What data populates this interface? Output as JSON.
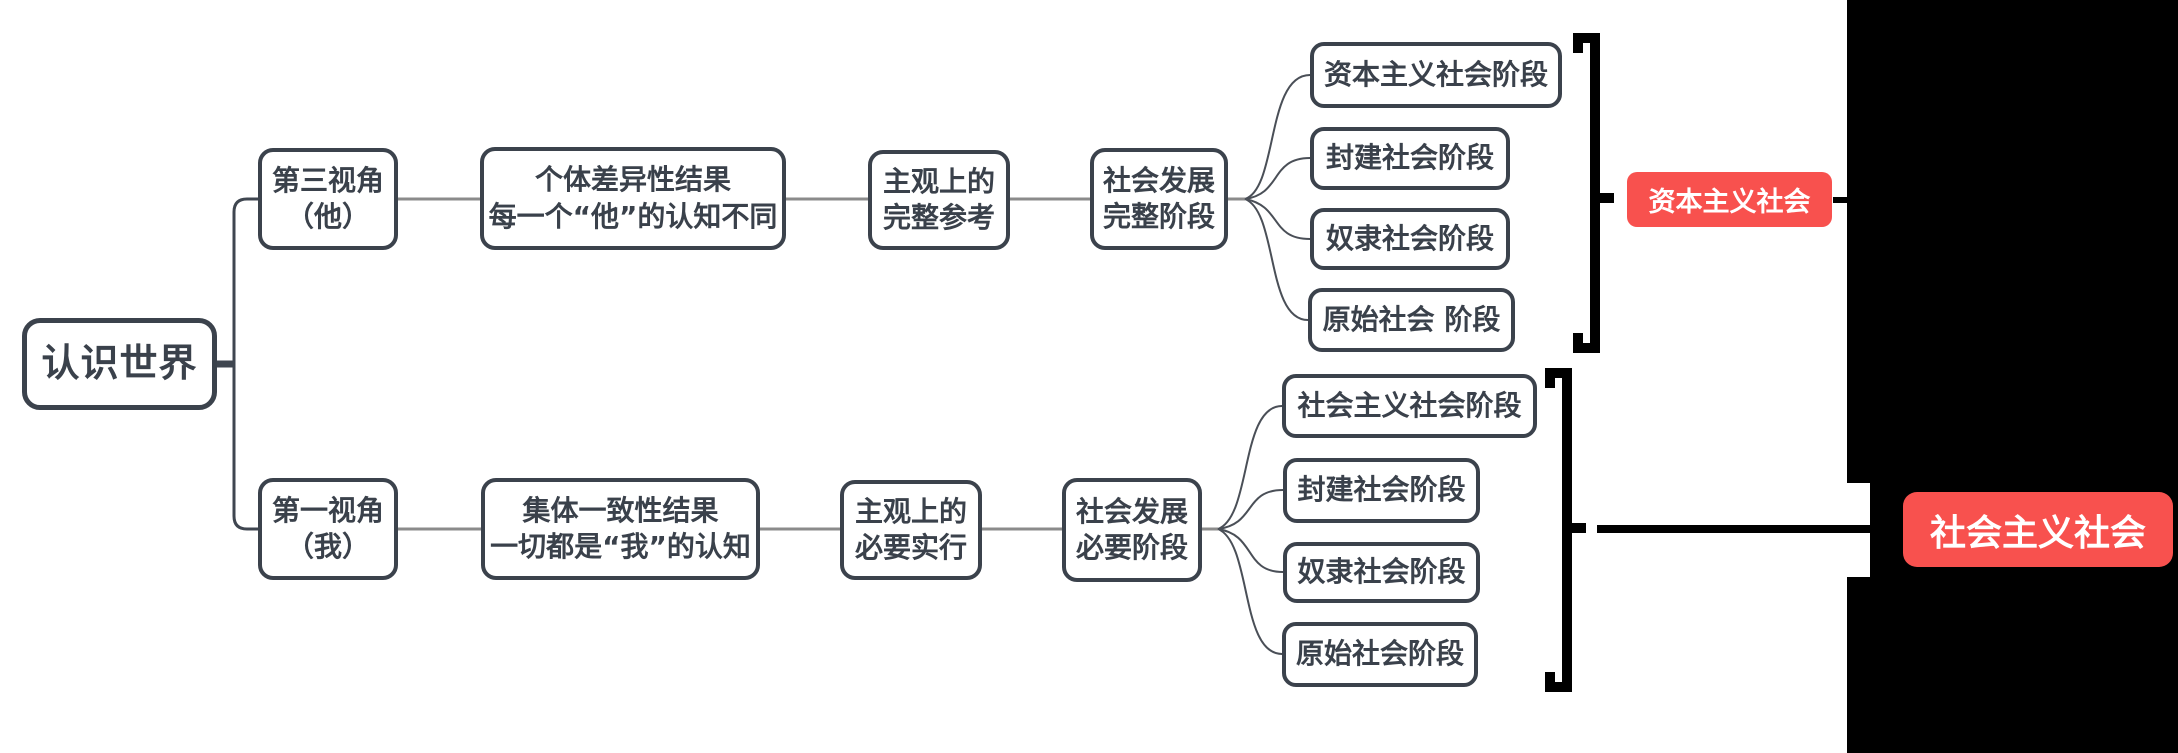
{
  "colors": {
    "badge_red": "#F8514E",
    "node_border": "#3B424C",
    "node_text": "#3A414B",
    "connector_gray": "#8B8B8B",
    "bracket_black": "#000000",
    "background": "#FFFFFF"
  },
  "root": {
    "label": "认识世界"
  },
  "branch_top": {
    "perspective_line1": "第三视角",
    "perspective_line2": "（他）",
    "result_line1": "个体差异性结果",
    "result_line2": "每一个“他”的认知不同",
    "subjective_line1": "主观上的",
    "subjective_line2": "完整参考",
    "development_line1": "社会发展",
    "development_line2": "完整阶段",
    "stages": [
      "资本主义社会阶段",
      "封建社会阶段",
      "奴隶社会阶段",
      "原始社会 阶段"
    ],
    "badge": "资本主义社会"
  },
  "branch_bottom": {
    "perspective_line1": "第一视角",
    "perspective_line2": "（我）",
    "result_line1": "集体一致性结果",
    "result_line2": "一切都是“我”的认知",
    "subjective_line1": "主观上的",
    "subjective_line2": "必要实行",
    "development_line1": "社会发展",
    "development_line2": "必要阶段",
    "stages": [
      "社会主义社会阶段",
      "封建社会阶段",
      "奴隶社会阶段",
      "原始社会阶段"
    ],
    "badge": "社会主义社会"
  }
}
